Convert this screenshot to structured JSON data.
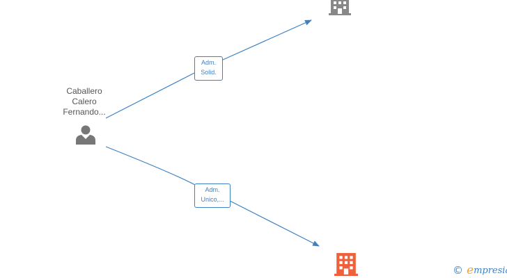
{
  "person": {
    "name_lines": [
      "Caballero",
      "Calero",
      "Fernando..."
    ],
    "icon": "person-icon"
  },
  "relations": [
    {
      "label_lines": [
        "Adm.",
        "Solid."
      ],
      "target_color": "#888888"
    },
    {
      "label_lines": [
        "Adm.",
        "Unico,..."
      ],
      "target_color": "#f0603a"
    }
  ],
  "colors": {
    "edge": "#3d80c4",
    "person_icon": "#777777"
  },
  "branding": {
    "copyright_symbol": "©",
    "brand_first_letter": "e",
    "brand_rest": "mpresia"
  }
}
